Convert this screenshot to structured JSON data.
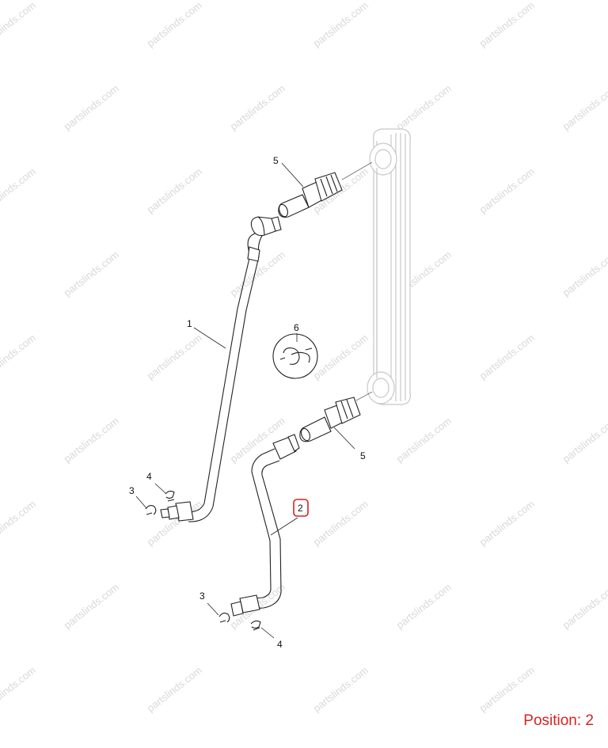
{
  "watermark": "partslinds.com",
  "callouts": {
    "hose_1": "1",
    "hose_2": "2",
    "clamp_upper": "3",
    "clamp_lower": "3",
    "clip_upper": "4",
    "clip_lower": "4",
    "fitting_upper": "5",
    "fitting_lower": "5",
    "clamp_kit": "6"
  },
  "highlight_color": "#d9221f",
  "position_caption": "Position: 2"
}
